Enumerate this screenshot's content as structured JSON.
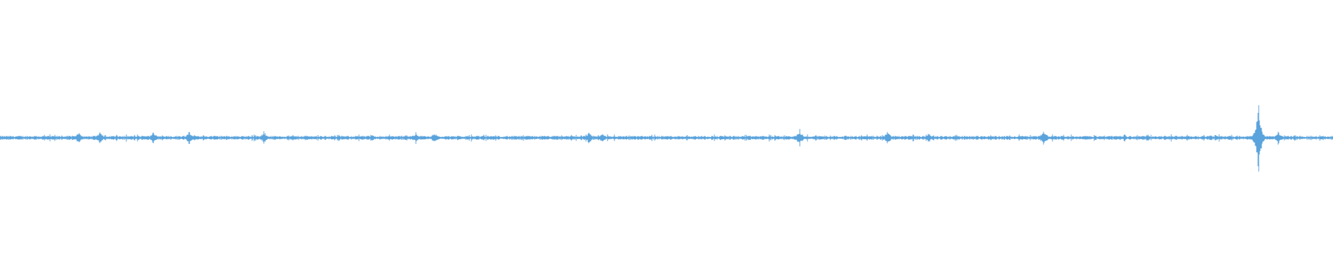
{
  "waveform": {
    "color": "#5aa3dc",
    "background": "#ffffff",
    "baseline_level": 0.0,
    "noise_amplitude": 0.012,
    "bursts": [
      {
        "position": 0.059,
        "amplitude": 0.05
      },
      {
        "position": 0.075,
        "amplitude": 0.045
      },
      {
        "position": 0.115,
        "amplitude": 0.05
      },
      {
        "position": 0.142,
        "amplitude": 0.05
      },
      {
        "position": 0.198,
        "amplitude": 0.055
      },
      {
        "position": 0.312,
        "amplitude": 0.045
      },
      {
        "position": 0.326,
        "amplitude": 0.04
      },
      {
        "position": 0.442,
        "amplitude": 0.045
      },
      {
        "position": 0.452,
        "amplitude": 0.04
      },
      {
        "position": 0.6,
        "amplitude": 0.065
      },
      {
        "position": 0.666,
        "amplitude": 0.055
      },
      {
        "position": 0.697,
        "amplitude": 0.04
      },
      {
        "position": 0.783,
        "amplitude": 0.065
      },
      {
        "position": 0.944,
        "amplitude": 0.33
      },
      {
        "position": 0.959,
        "amplitude": 0.05
      }
    ]
  }
}
